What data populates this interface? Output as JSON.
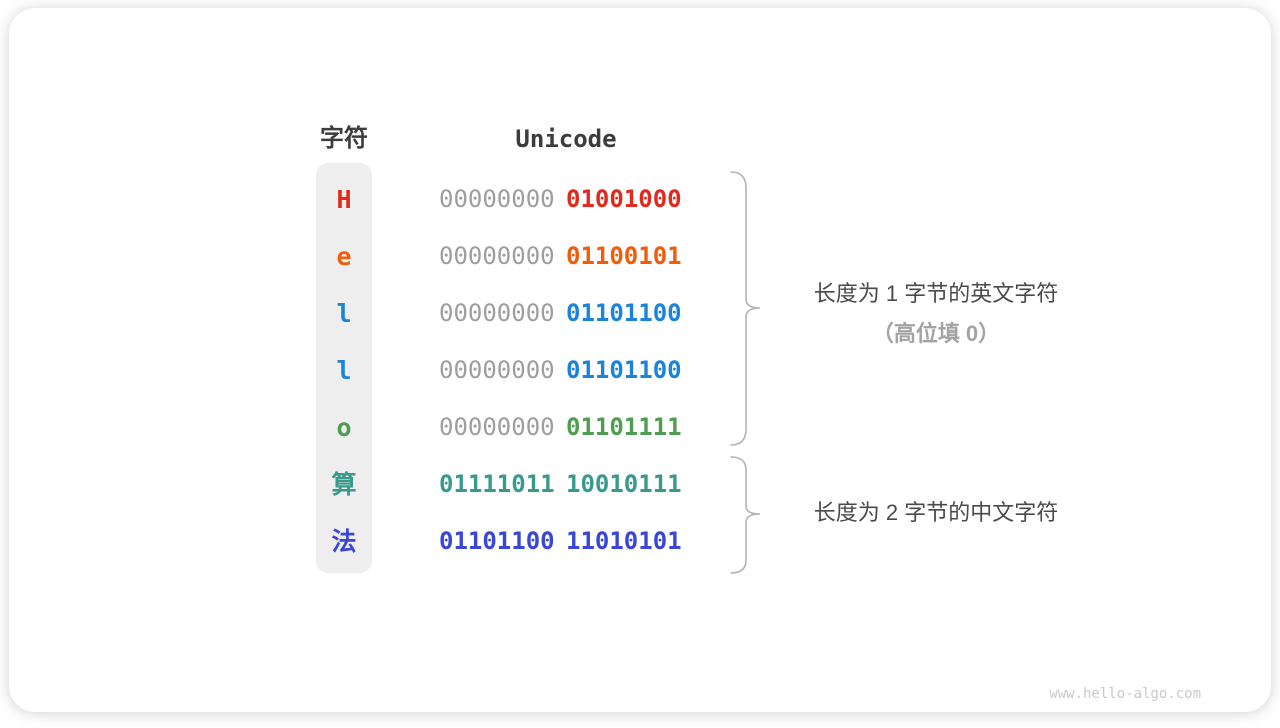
{
  "table": {
    "headers": {
      "char": "字符",
      "unicode": "Unicode"
    },
    "rows": [
      {
        "char": "H",
        "color": "#e02a1e",
        "byte1": "00000000",
        "byte2": "01001000",
        "byte1_gray": true
      },
      {
        "char": "e",
        "color": "#ee5d0c",
        "byte1": "00000000",
        "byte2": "01100101",
        "byte1_gray": true
      },
      {
        "char": "l",
        "color": "#1b84da",
        "byte1": "00000000",
        "byte2": "01101100",
        "byte1_gray": true
      },
      {
        "char": "l",
        "color": "#1b84da",
        "byte1": "00000000",
        "byte2": "01101100",
        "byte1_gray": true
      },
      {
        "char": "o",
        "color": "#4d9e50",
        "byte1": "00000000",
        "byte2": "01101111",
        "byte1_gray": true
      },
      {
        "char": "算",
        "color": "#389a8b",
        "byte1": "01111011",
        "byte2": "10010111",
        "byte1_gray": false
      },
      {
        "char": "法",
        "color": "#3a46d5",
        "byte1": "01101100",
        "byte2": "11010101",
        "byte1_gray": false
      }
    ]
  },
  "annotations": [
    {
      "line1": "长度为 1 字节的英文字符",
      "line2": "（高位填 0）"
    },
    {
      "line1": "长度为 2 字节的中文字符",
      "line2": ""
    }
  ],
  "colors": {
    "gray_byte": "#9e9e9e",
    "header_text": "#3c3c3c",
    "column_bg": "#eeeeee",
    "brace": "#b3b3b3",
    "annotation_dark": "#4a4a4a",
    "annotation_gray": "#a3a3a3",
    "watermark": "#c9c9c9"
  },
  "footer": {
    "watermark": "www.hello-algo.com"
  }
}
